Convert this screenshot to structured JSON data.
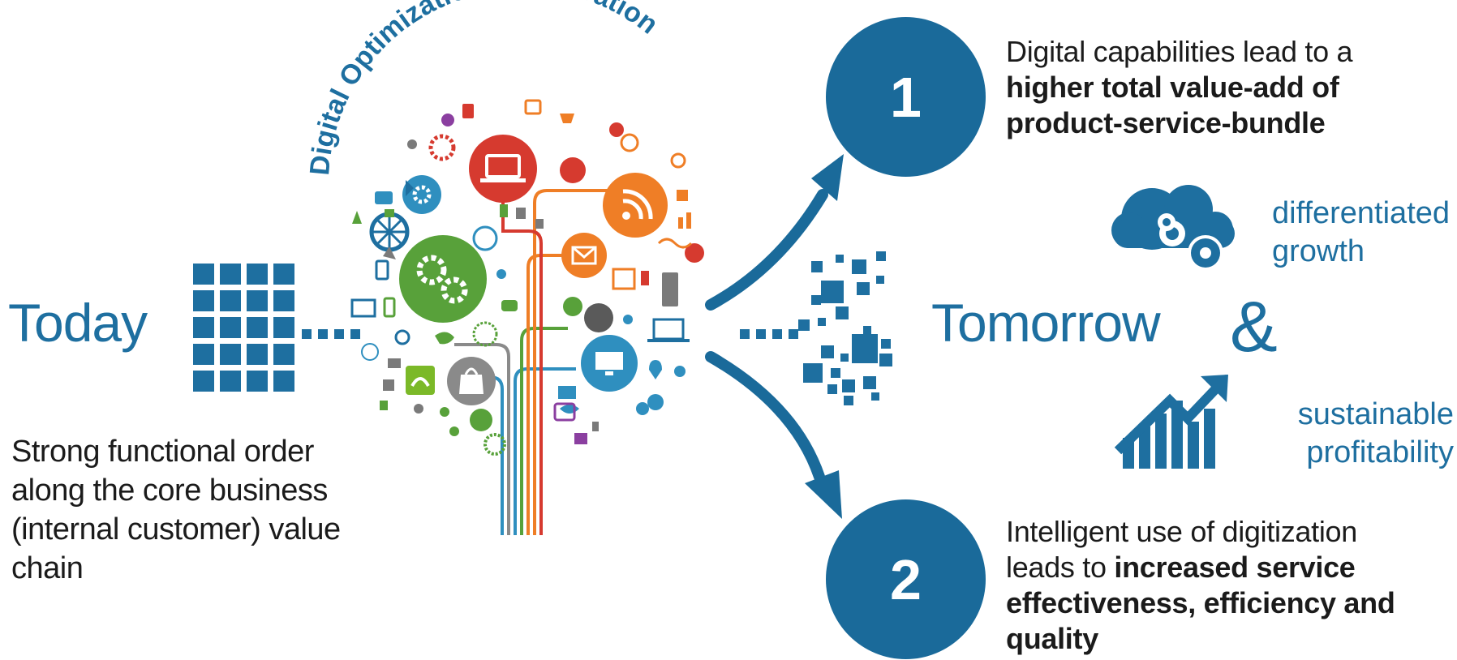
{
  "tree_title": "Digital Optimization & Innovation",
  "today": {
    "label": "Today",
    "description": "Strong functional order along the core business (internal customer) value chain"
  },
  "tomorrow": {
    "label": "Tomorrow",
    "ampersand": "&",
    "outcome_top": "differentiated growth",
    "outcome_bottom": "sustainable profitability"
  },
  "statements": [
    {
      "number": "1",
      "text_plain": "Digital capabilities lead to a",
      "text_bold": "higher total value-add of product-service-bundle"
    },
    {
      "number": "2",
      "text_plain": "Intelligent use of digitization leads to",
      "text_bold": "increased service effectiveness, efficiency and quality"
    }
  ],
  "colors": {
    "brand_blue": "#1e6fa0",
    "circle_blue": "#1a6a9a",
    "red": "#d63a2f",
    "green": "#58a13a",
    "orange": "#ef7e26",
    "gray": "#8a8a8a",
    "teal": "#2f8fbf"
  },
  "icons": [
    "grid-icon",
    "laptop-icon",
    "rss-icon",
    "gears-icon",
    "mail-icon",
    "monitor-icon",
    "shopping-bag-icon",
    "cloud-gears-icon",
    "growth-chart-icon",
    "scattered-squares-icon"
  ]
}
